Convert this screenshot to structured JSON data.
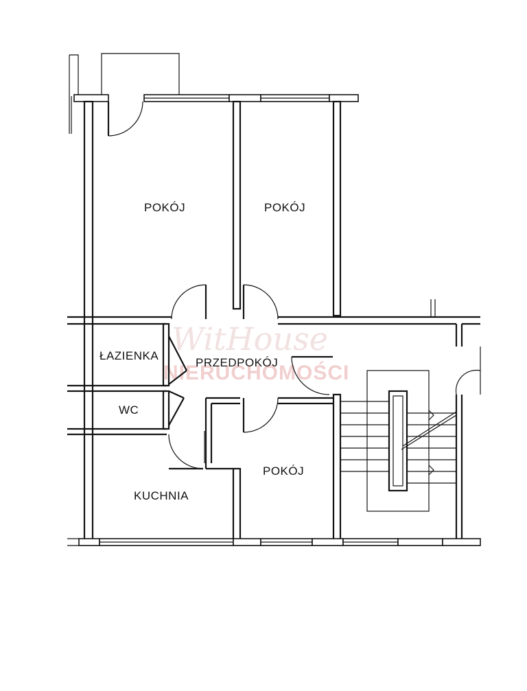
{
  "rooms": {
    "pokoj_1": "POKÓJ",
    "pokoj_2": "POKÓJ",
    "lazienka": "ŁAZIENKA",
    "przedpokoj": "PRZEDPOKÓJ",
    "wc": "WC",
    "pokoj_3": "POKÓJ",
    "kuchnia": "KUCHNIA"
  },
  "watermark": {
    "script": "WitHouse",
    "sub": "NIERUCHOMOŚCI"
  }
}
